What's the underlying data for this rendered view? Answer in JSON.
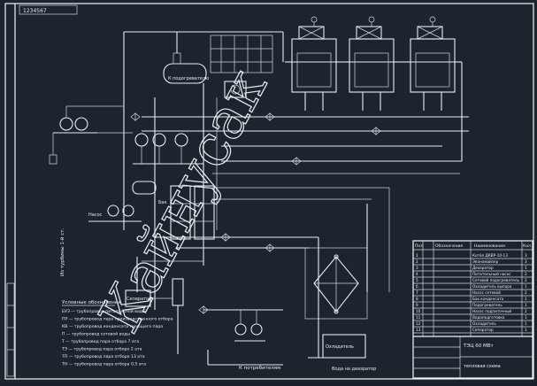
{
  "watermark": "Кайнусак",
  "header_box_text": "1234567",
  "route_labels": {
    "to_heaters": "К подогревателю",
    "to_deaerator": "Вода на деаэратор",
    "from_turbine": "Из турбины 1-й ст.",
    "to_consumers": "К потребителям"
  },
  "unit_labels": {
    "tank": "Бак",
    "separator": "Сепаратор",
    "pump_unit": "Насос",
    "cooler": "Охладитель"
  },
  "legend": {
    "title": "Условные обозначения",
    "rows": [
      "БУЗ — трубопровод питательной воды",
      "ПР — трубопровод пара производственного отбора",
      "КВ — трубопровод конденсата греющего пара",
      "П — трубопровод сетевой воды",
      "Т — трубопровод пара отбора 7 ата",
      "ТЭ — трубопровод пара отбора 2 ата",
      "ТП — трубопровод пара отбора 13 ата",
      "ТН — трубопровод пара отбора 0,5 ата"
    ]
  },
  "title_block": {
    "drawing_code": "ТЭЦ 60 МВт",
    "subtitle": "тепловая схема",
    "headers": [
      "Поз.",
      "Обозначение",
      "Наименование",
      "Кол."
    ],
    "items": [
      {
        "pos": "1",
        "name": "Котёл ДКВР-10-13",
        "qty": "3"
      },
      {
        "pos": "2",
        "name": "Экономайзер",
        "qty": "3"
      },
      {
        "pos": "3",
        "name": "Деаэратор",
        "qty": "1"
      },
      {
        "pos": "4",
        "name": "Питательный насос",
        "qty": "2"
      },
      {
        "pos": "5",
        "name": "Сетевой подогреватель",
        "qty": "2"
      },
      {
        "pos": "6",
        "name": "Охладитель выпара",
        "qty": "1"
      },
      {
        "pos": "7",
        "name": "Насос сетевой",
        "qty": "2"
      },
      {
        "pos": "8",
        "name": "Бак конденсата",
        "qty": "1"
      },
      {
        "pos": "9",
        "name": "Подогреватель",
        "qty": "1"
      },
      {
        "pos": "10",
        "name": "Насос подпиточный",
        "qty": "2"
      },
      {
        "pos": "11",
        "name": "Водоподготовка",
        "qty": "1"
      },
      {
        "pos": "12",
        "name": "Охладитель",
        "qty": "1"
      },
      {
        "pos": "13",
        "name": "Сепаратор",
        "qty": "1"
      }
    ]
  },
  "palette": {
    "background": "#1e242e",
    "lines": "#e6ebf2"
  }
}
